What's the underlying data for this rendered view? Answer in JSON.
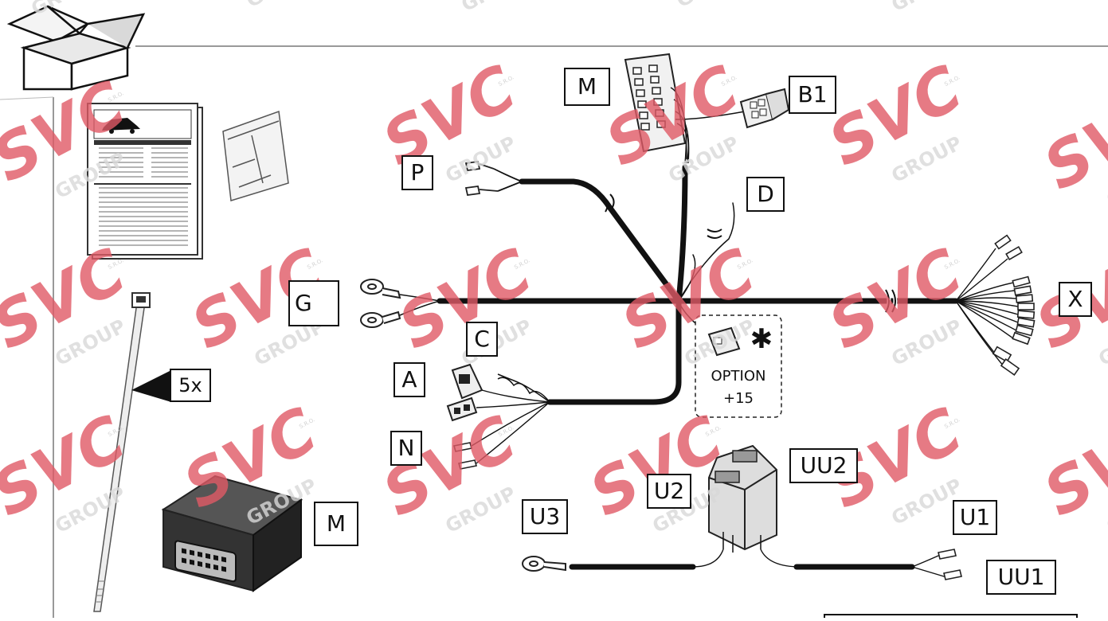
{
  "labels": {
    "m_top": "M",
    "b1": "B1",
    "p": "P",
    "d": "D",
    "g": "G",
    "x": "X",
    "c": "C",
    "a": "A",
    "n": "N",
    "five_x": "5x",
    "m_bottom": "M",
    "u3": "U3",
    "u2": "U2",
    "uu2": "UU2",
    "u1": "U1",
    "uu1": "UU1"
  },
  "option": {
    "star": "✱",
    "line1": "OPTION",
    "line2": "+15"
  },
  "watermark": {
    "brand": "SVC",
    "sub": "GROUP",
    "tag": "S.R.O.",
    "color": "#e05a66"
  },
  "colors": {
    "wire": "#111111",
    "frame": "#999999"
  }
}
